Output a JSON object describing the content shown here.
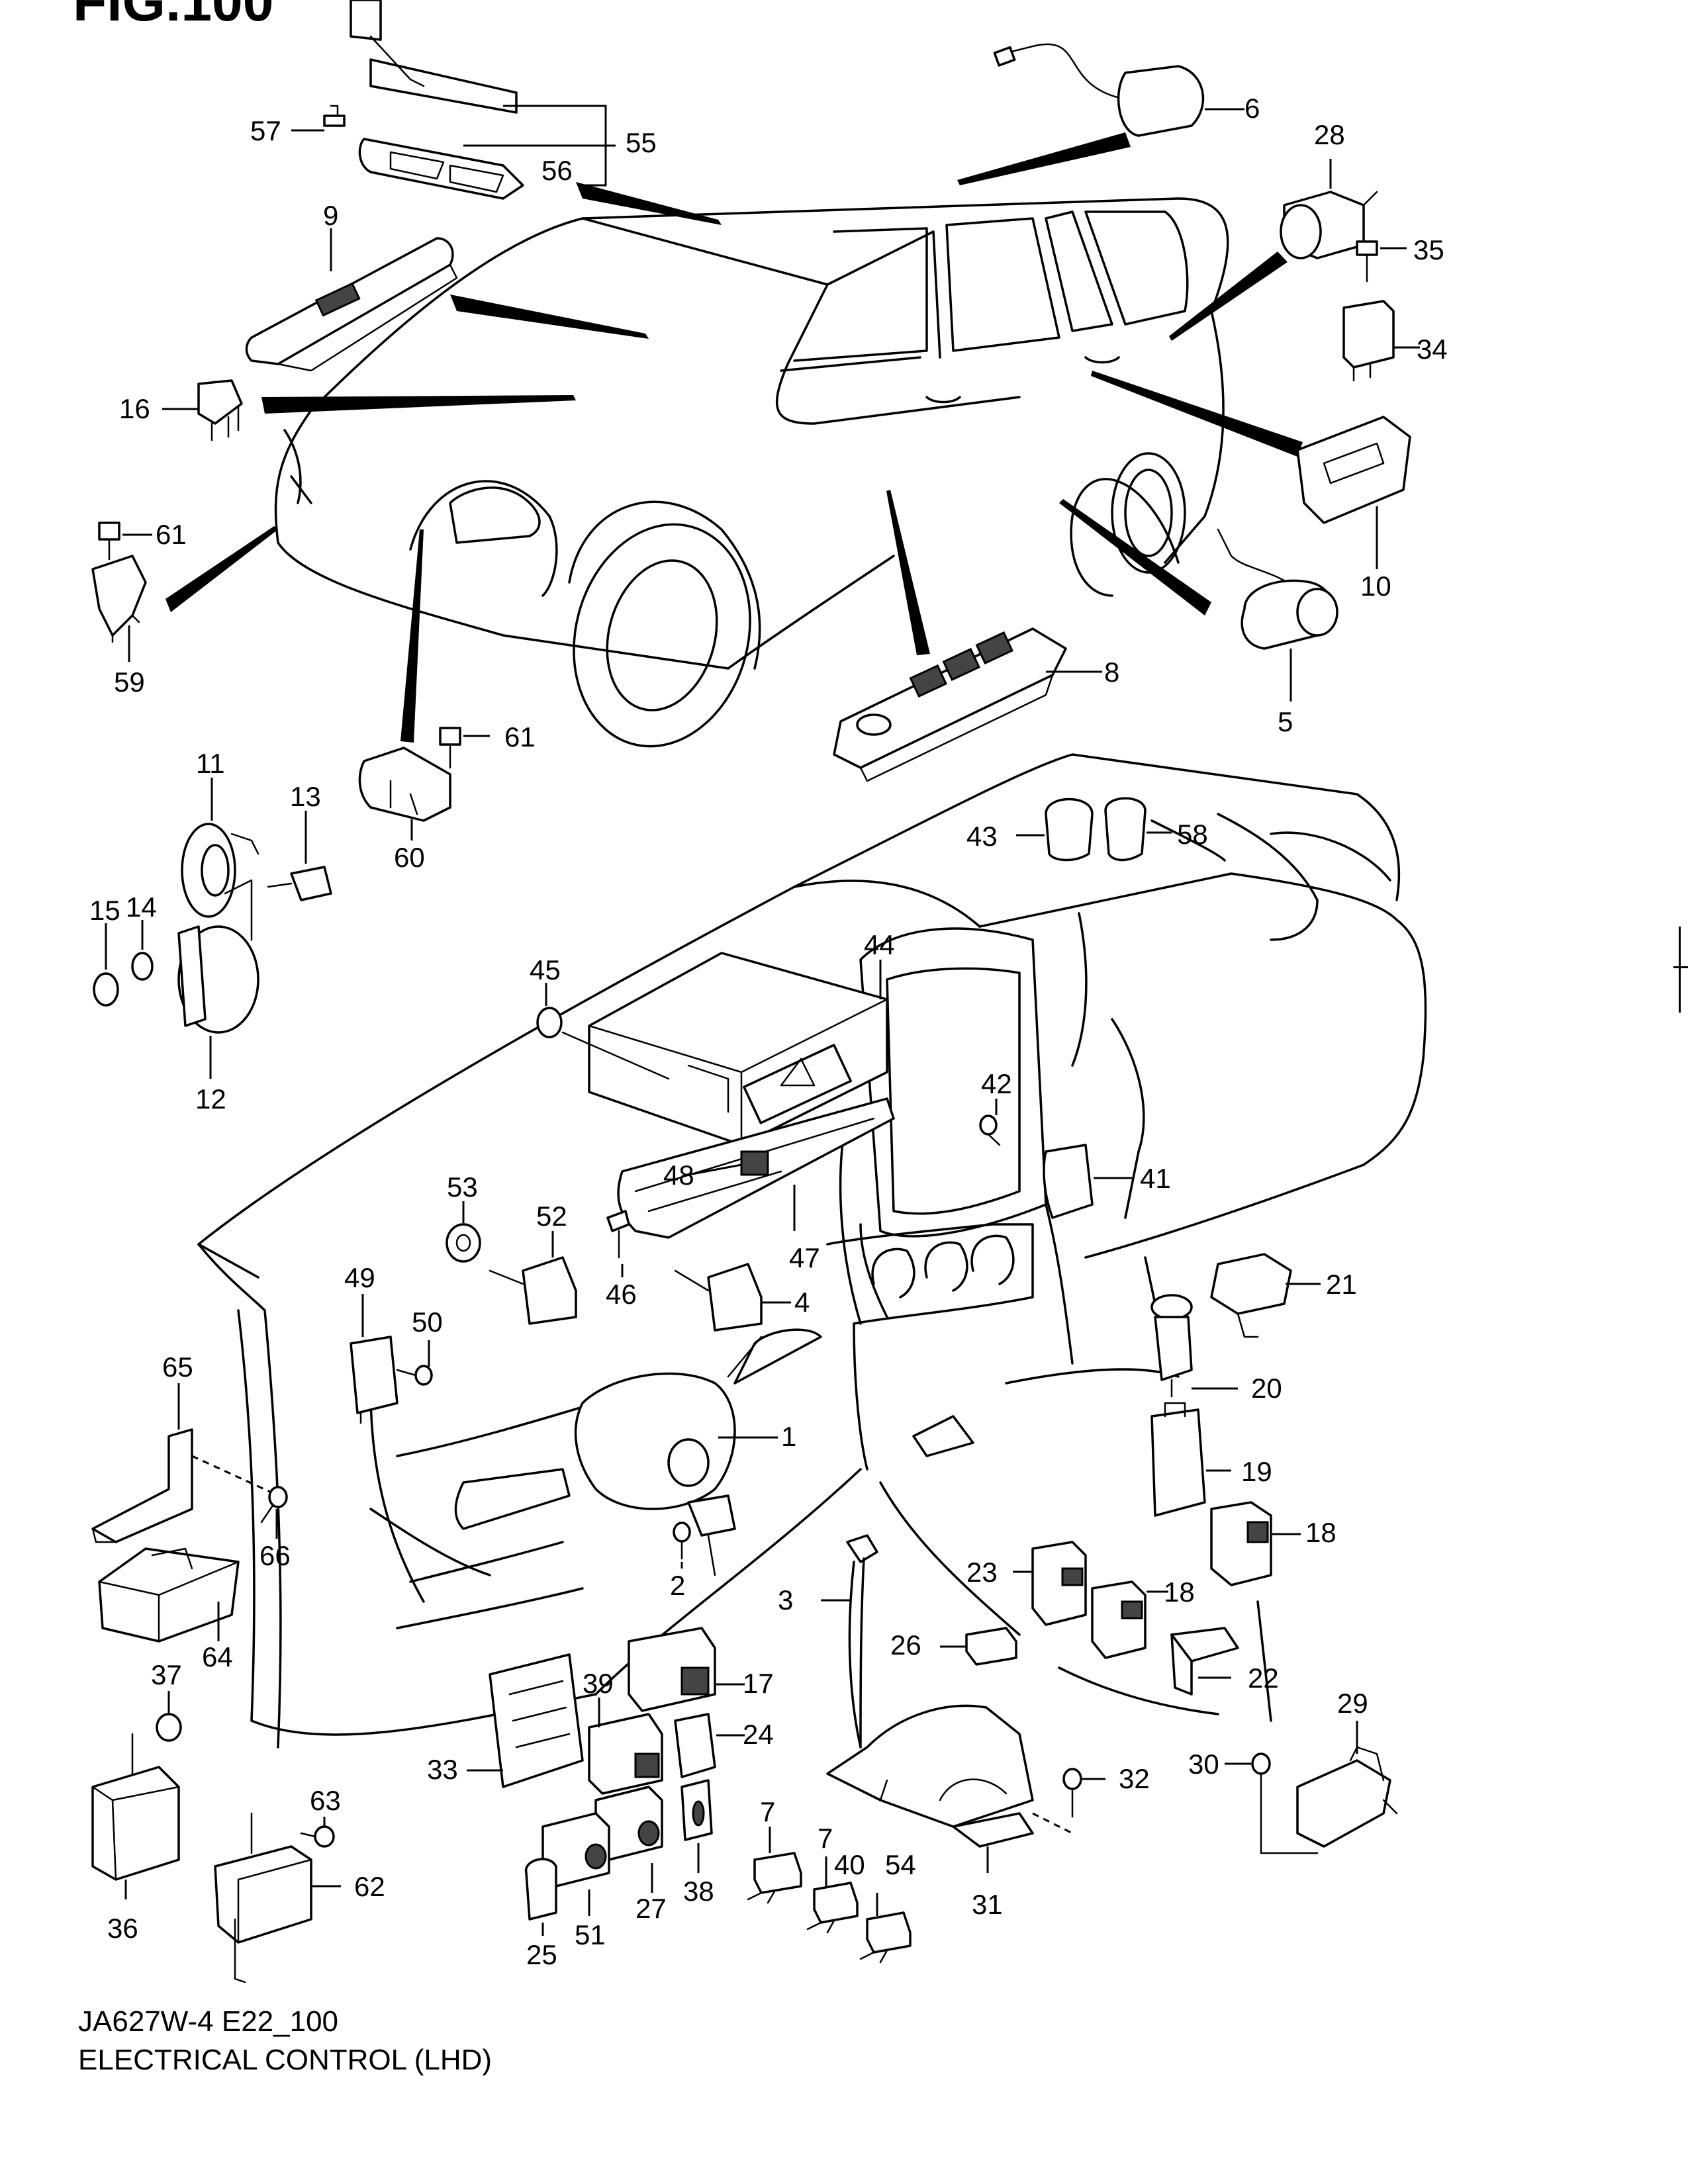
{
  "heading": "FIG.100",
  "caption": {
    "code": "JA627W-4 E22_100",
    "title": "ELECTRICAL CONTROL (LHD)"
  },
  "callouts": [
    {
      "text": "57"
    },
    {
      "text": "56"
    },
    {
      "text": "55"
    },
    {
      "text": "9"
    },
    {
      "text": "16"
    },
    {
      "text": "61"
    },
    {
      "text": "59"
    },
    {
      "text": "61"
    },
    {
      "text": "60"
    },
    {
      "text": "6"
    },
    {
      "text": "28"
    },
    {
      "text": "35"
    },
    {
      "text": "34"
    },
    {
      "text": "10"
    },
    {
      "text": "5"
    },
    {
      "text": "8"
    },
    {
      "text": "11"
    },
    {
      "text": "13"
    },
    {
      "text": "14"
    },
    {
      "text": "15"
    },
    {
      "text": "12"
    },
    {
      "text": "43"
    },
    {
      "text": "58"
    },
    {
      "text": "45"
    },
    {
      "text": "44"
    },
    {
      "text": "42"
    },
    {
      "text": "41"
    },
    {
      "text": "53"
    },
    {
      "text": "48"
    },
    {
      "text": "52"
    },
    {
      "text": "46"
    },
    {
      "text": "47"
    },
    {
      "text": "4"
    },
    {
      "text": "49"
    },
    {
      "text": "50"
    },
    {
      "text": "21"
    },
    {
      "text": "20"
    },
    {
      "text": "65"
    },
    {
      "text": "1"
    },
    {
      "text": "19"
    },
    {
      "text": "66"
    },
    {
      "text": "2"
    },
    {
      "text": "18"
    },
    {
      "text": "23"
    },
    {
      "text": "18"
    },
    {
      "text": "3"
    },
    {
      "text": "64"
    },
    {
      "text": "26"
    },
    {
      "text": "22"
    },
    {
      "text": "37"
    },
    {
      "text": "17"
    },
    {
      "text": "39"
    },
    {
      "text": "29"
    },
    {
      "text": "24"
    },
    {
      "text": "33"
    },
    {
      "text": "30"
    },
    {
      "text": "32"
    },
    {
      "text": "63"
    },
    {
      "text": "7"
    },
    {
      "text": "7"
    },
    {
      "text": "40"
    },
    {
      "text": "54"
    },
    {
      "text": "36"
    },
    {
      "text": "62"
    },
    {
      "text": "38"
    },
    {
      "text": "27"
    },
    {
      "text": "51"
    },
    {
      "text": "31"
    },
    {
      "text": "25"
    }
  ]
}
